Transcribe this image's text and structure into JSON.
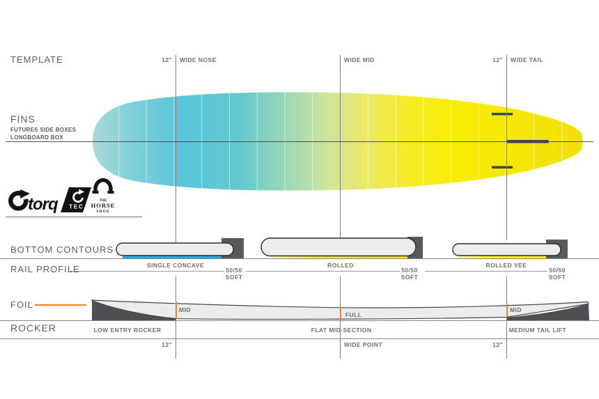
{
  "template": {
    "label": "TEMPLATE",
    "nose_offset": "12\"",
    "wide_nose": "WIDE NOSE",
    "wide_mid": "WIDE MID",
    "tail_offset": "12\"",
    "wide_tail": "WIDE TAIL"
  },
  "fins": {
    "label": "FINS",
    "box1": "FUTURES SIDE BOXES",
    "box2": "LONGBOARD BOX"
  },
  "logos": {
    "torq": "torq",
    "tec": "TEC",
    "horseshoe": {
      "the": "THE",
      "horse": "HORSE",
      "shoe": "SHOE"
    }
  },
  "bottom_contours": {
    "label": "BOTTOM CONTOURS",
    "sections": [
      "SINGLE CONCAVE",
      "ROLLED",
      "ROLLED VEE"
    ]
  },
  "rail_profile": {
    "label": "RAIL PROFILE",
    "ratio": "50/50",
    "softness": "SOFT"
  },
  "foil": {
    "label": "FOIL",
    "nose": "MID",
    "mid": "FULL",
    "tail": "MID"
  },
  "rocker": {
    "label": "ROCKER",
    "sections": [
      "LOW ENTRY ROCKER",
      "FLAT MID-SECTION",
      "MEDIUM TAIL LIFT"
    ]
  },
  "scale": {
    "nose_offset": "12\"",
    "wide_point": "WIDE POINT",
    "tail_offset": "12\""
  },
  "colors": {
    "accent_orange": "#F58220",
    "concave_blue": "#29ABE2",
    "contour_yellow": "#F6EA10",
    "rail_gray": "#58595B",
    "board_cyan": "#5AC5DC",
    "board_yellow": "#F8EC06",
    "rocker_dark": "#4E4F52"
  }
}
